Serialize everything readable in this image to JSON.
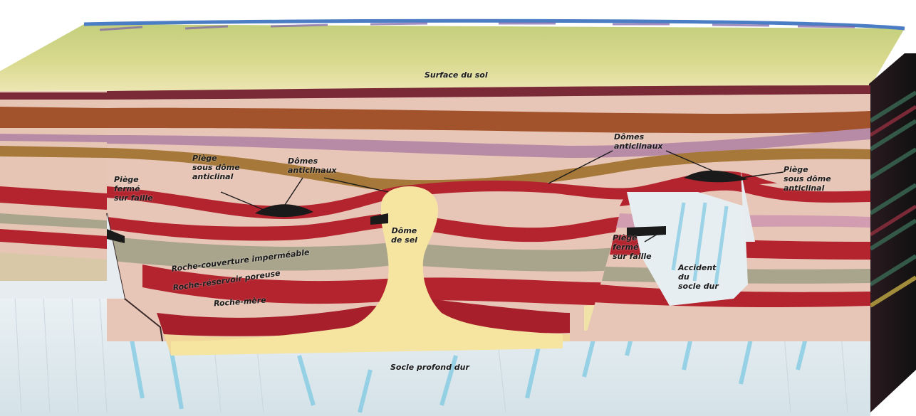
{
  "diagram": {
    "labels": {
      "surface": "Surface du sol",
      "piege_faille_left": "Piège\nfermé\nsur faille",
      "piege_dome_left": "Piège\nsous dôme\nanticlinal",
      "domes_left": "Dômes\nanticlinaux",
      "dome_sel": "Dôme\nde sel",
      "domes_right": "Dômes\nanticlinaux",
      "piege_dome_right": "Piège\nsous dôme\nanticlinal",
      "piege_faille_right": "Piège\nfermé\nsur faille",
      "accident": "Accident\ndu\nsocle dur",
      "roche_couverture": "Roche-couverture imperméable",
      "roche_reservoir": "Roche-réservoir poreuse",
      "roche_mere": "Roche-mère",
      "socle": "Socle profond dur"
    },
    "colors": {
      "surface_green": "#b9c978",
      "surface_yellow": "#e8e0a6",
      "dark_band": "#7a2a36",
      "brown_band": "#a3532c",
      "pink_band": "#d8a6ae",
      "mauve_band": "#b78aa6",
      "red_band": "#b3242e",
      "gray_band": "#a9a48c",
      "salt": "#f6e5a0",
      "bedrock": "#e3ecf0",
      "bedrock_blue": "#7ec9e3",
      "oil": "#1a1a1a"
    }
  }
}
